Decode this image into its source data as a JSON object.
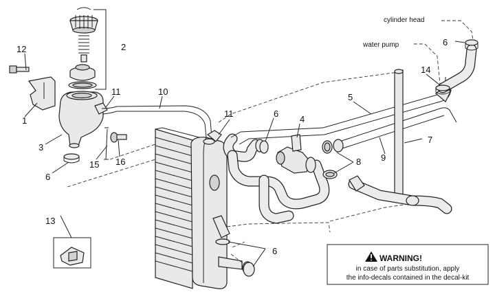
{
  "callouts": {
    "c1": "1",
    "c2": "2",
    "c3": "3",
    "c4": "4",
    "c5": "5",
    "c6a": "6",
    "c6b": "6",
    "c6c": "6",
    "c6d": "6",
    "c7": "7",
    "c8": "8",
    "c9": "9",
    "c10": "10",
    "c11a": "11",
    "c11b": "11",
    "c12": "12",
    "c13": "13",
    "c14": "14",
    "c15": "15",
    "c16": "16"
  },
  "labels": {
    "cylinder_head": "cylinder head",
    "water_pump": "water pump"
  },
  "warning": {
    "title": "WARNING!",
    "line1": "in case of parts substitution, apply",
    "line2": "the info-decals contained in the decal-kit"
  }
}
